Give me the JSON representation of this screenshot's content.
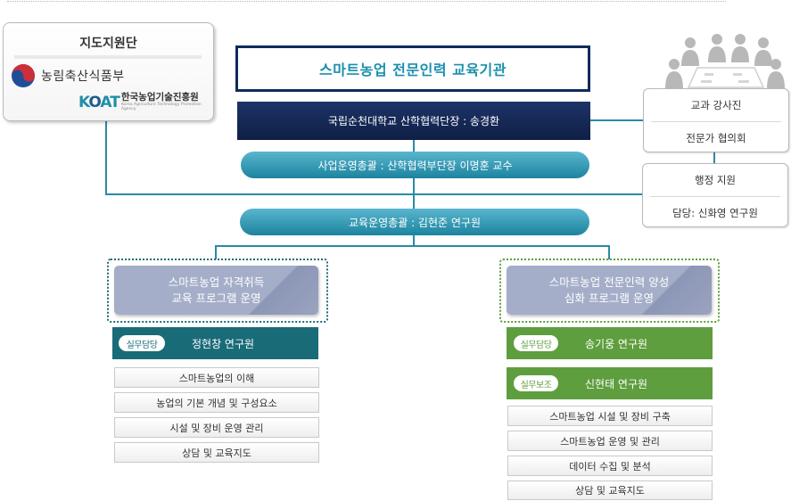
{
  "support": {
    "title": "지도지원단",
    "mafra_name": "농림축산식품부",
    "koat_logo": "KOAT",
    "koat_name": "한국농업기술진흥원",
    "koat_sub": "Korea Agriculture Technology Promotion Agency"
  },
  "main": {
    "title": "스마트농업  전문인력  교육기관",
    "director": "국립순천대학교 산학협력단장 : 송경환",
    "operation_head": "사업운영총괄 : 산학협력부단장 이명훈 교수",
    "education_head": "교육운영총괄 : 김현준 연구원"
  },
  "right": {
    "instructors": "교과 강사진",
    "expert_council": "전문가 협의회",
    "admin_support": "행정 지원",
    "admin_person": "담당: 신화영 연구원"
  },
  "left_program": {
    "title_line1": "스마트농업 자격취득",
    "title_line2": "교육 프로그램 운영",
    "tag": "실무담당",
    "person": "정현창 연구원",
    "items": [
      "스마트농업의 이해",
      "농업의 기본 개념 및 구성요소",
      "시설 및 장비 운영 관리",
      "상담 및 교육지도"
    ]
  },
  "right_program": {
    "title_line1": "스마트농업 전문인력 양성",
    "title_line2": "심화 프로그램 운영",
    "tag1": "실무담당",
    "person1": "송기웅 연구원",
    "tag2": "실무보조",
    "person2": "신현태 연구원",
    "items": [
      "스마트농업 시설 및 장비 구축",
      "스마트농업 운영 및 관리",
      "데이터 수집 및 분석",
      "상담 및 교육지도"
    ]
  },
  "colors": {
    "navy": "#14285a",
    "teal": "#1c849f",
    "dark_teal": "#1a6b78",
    "green": "#5e9e3e",
    "lavender": "#a5aec9"
  }
}
